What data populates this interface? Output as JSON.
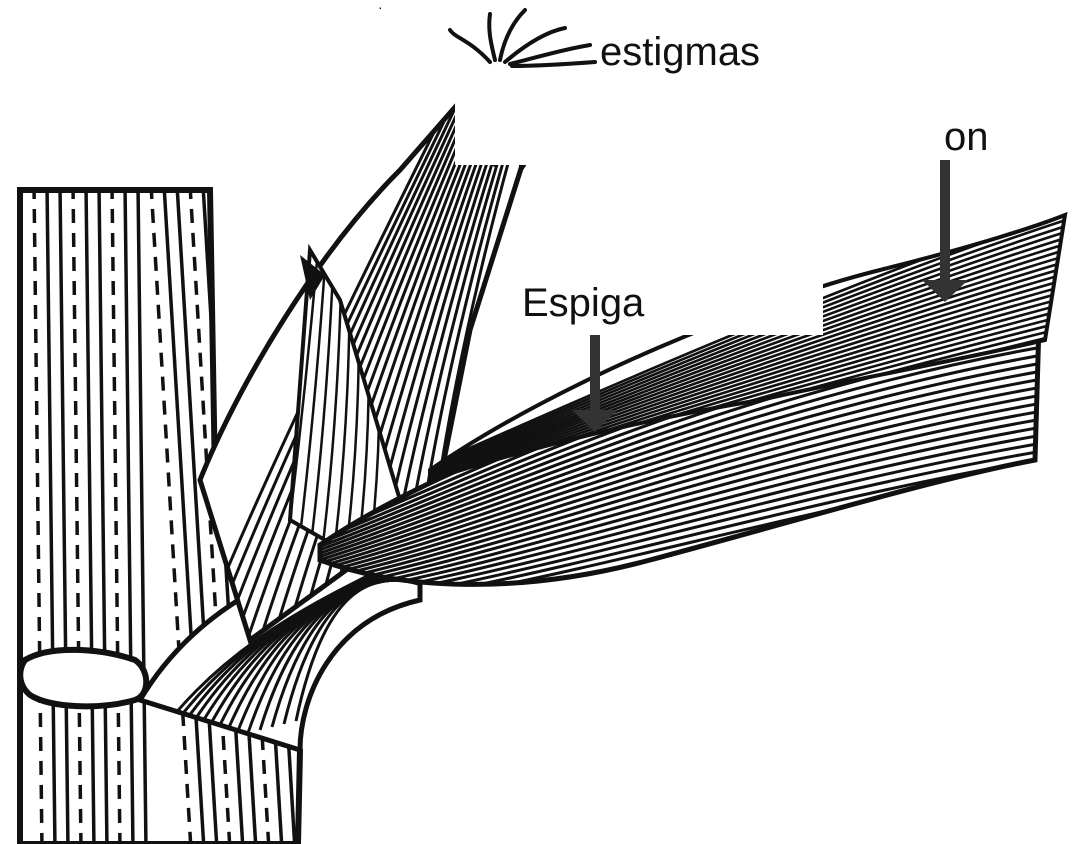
{
  "labels": {
    "stigmas": "estigmas",
    "ear": "Espiga",
    "partial_label": "on"
  },
  "colors": {
    "ink": "#111111",
    "paper": "#ffffff",
    "arrow": "#333333"
  }
}
